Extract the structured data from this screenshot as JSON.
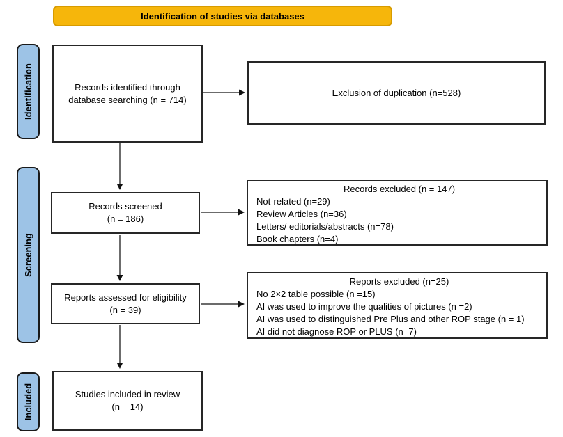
{
  "banner": {
    "title": "Identification of studies via databases"
  },
  "stages": [
    {
      "label": "Identification"
    },
    {
      "label": "Screening"
    },
    {
      "label": "Included"
    }
  ],
  "flow": {
    "identified": {
      "lines": [
        "Records identified through",
        "database searching (n = 714)"
      ]
    },
    "exclusion_duplication": {
      "lines": [
        "Exclusion of duplication (n=528)"
      ]
    },
    "records_screened": {
      "lines": [
        "Records screened",
        "(n = 186)"
      ]
    },
    "records_excluded": {
      "header": "Records excluded (n = 147)",
      "items": [
        "Not-related (n=29)",
        "Review Articles (n=36)",
        "Letters/ editorials/abstracts (n=78)",
        "Book chapters (n=4)"
      ]
    },
    "reports_assessed": {
      "lines": [
        "Reports assessed for eligibility",
        "(n = 39)"
      ]
    },
    "reports_excluded": {
      "header": "Reports excluded (n=25)",
      "items": [
        "No 2×2 table possible  (n =15)",
        "AI was used to improve the qualities of pictures (n =2)",
        "AI was used to distinguished Pre Plus and other ROP stage (n = 1)",
        "AI did not diagnose ROP or PLUS (n=7)"
      ]
    },
    "studies_included": {
      "lines": [
        "Studies included in review",
        "(n = 14)"
      ]
    }
  },
  "colors": {
    "banner_fill": "#F6B60B",
    "banner_border": "#D79B00",
    "stage_fill": "#9DC3E6",
    "box_border": "#262626",
    "arrow": "#3a3a3a"
  }
}
